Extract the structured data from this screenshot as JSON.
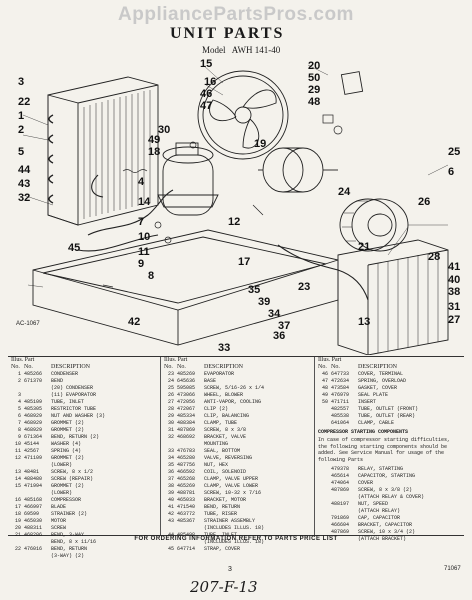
{
  "watermark": "AppliancePartsPros.com",
  "title": "UNIT PARTS",
  "model_label": "Model",
  "model_value": "AWH 141-40",
  "figure_ref": "AC-1067",
  "callouts": [
    "15",
    "16",
    "46",
    "47",
    "20",
    "50",
    "29",
    "48",
    "3",
    "22",
    "1",
    "2",
    "49",
    "18",
    "30",
    "5",
    "4",
    "19",
    "24",
    "25",
    "6",
    "44",
    "43",
    "32",
    "14",
    "12",
    "7",
    "26",
    "10",
    "11",
    "9",
    "45",
    "8",
    "17",
    "21",
    "23",
    "13",
    "31",
    "27",
    "28",
    "41",
    "40",
    "38",
    "39",
    "34",
    "37",
    "35",
    "36",
    "42",
    "33"
  ],
  "header": {
    "line1": "Illus. Part",
    "no": "No.",
    "part_no": "No.",
    "desc": "DESCRIPTION"
  },
  "col1": [
    {
      "no": "1",
      "pn": "485266",
      "ds": "CONDENSER"
    },
    {
      "no": "2",
      "pn": "671370",
      "ds": "BEND"
    },
    {
      "no": "",
      "pn": "",
      "ds": "(20) CONDENSER"
    },
    {
      "no": "3",
      "pn": "",
      "ds": "(11) EVAPORATOR"
    },
    {
      "no": "4",
      "pn": "485109",
      "ds": "TUBE, INLET"
    },
    {
      "no": "5",
      "pn": "485305",
      "ds": "RESTRICTOR TUBE"
    },
    {
      "no": "6",
      "pn": "468929",
      "ds": "NUT AND WASHER (3)"
    },
    {
      "no": "7",
      "pn": "468929",
      "ds": "GROMMET (2)"
    },
    {
      "no": "8",
      "pn": "468929",
      "ds": "GROMMET (2)"
    },
    {
      "no": "9",
      "pn": "671364",
      "ds": "BEND, RETURN (2)"
    },
    {
      "no": "10",
      "pn": "45144",
      "ds": "WASHER (4)"
    },
    {
      "no": "11",
      "pn": "42567",
      "ds": "SPRING (4)"
    },
    {
      "no": "12",
      "pn": "471109",
      "ds": "GROMMET (2)"
    },
    {
      "no": "",
      "pn": "",
      "ds": "(LOWER)"
    },
    {
      "no": "13",
      "pn": "48481",
      "ds": "SCREW, 8 x 1/2"
    },
    {
      "no": "14",
      "pn": "488480",
      "ds": "SCREW (REPAIR)"
    },
    {
      "no": "15",
      "pn": "471994",
      "ds": "GROMMET (2)"
    },
    {
      "no": "",
      "pn": "",
      "ds": "(LOWER)"
    },
    {
      "no": "16",
      "pn": "485168",
      "ds": "COMPRESSOR"
    },
    {
      "no": "17",
      "pn": "466997",
      "ds": "BLADE"
    },
    {
      "no": "18",
      "pn": "69599",
      "ds": "STRAINER (2)"
    },
    {
      "no": "19",
      "pn": "465030",
      "ds": "MOTOR"
    },
    {
      "no": "20",
      "pn": "488311",
      "ds": "SCREW"
    },
    {
      "no": "21",
      "pn": "468206",
      "ds": "BEND, 3-WAY"
    },
    {
      "no": "",
      "pn": "",
      "ds": "BEND, 8 x 11/16"
    },
    {
      "no": "22",
      "pn": "476016",
      "ds": "BEND, RETURN"
    },
    {
      "no": "",
      "pn": "",
      "ds": "(3-WAY) (2)"
    }
  ],
  "col2": [
    {
      "no": "23",
      "pn": "485269",
      "ds": "EVAPORATOR"
    },
    {
      "no": "24",
      "pn": "645636",
      "ds": "BASE"
    },
    {
      "no": "25",
      "pn": "595085",
      "ds": "SCREW, 5/16-26 x 1/4"
    },
    {
      "no": "26",
      "pn": "473066",
      "ds": "WHEEL, BLOWER"
    },
    {
      "no": "27",
      "pn": "472056",
      "ds": "ANTI-VAPOR, COOLING"
    },
    {
      "no": "28",
      "pn": "472067",
      "ds": "CLIP (2)"
    },
    {
      "no": "29",
      "pn": "485334",
      "ds": "CLIP, BALANCING"
    },
    {
      "no": "30",
      "pn": "488384",
      "ds": "CLAMP, TUBE"
    },
    {
      "no": "31",
      "pn": "487869",
      "ds": "SCREW, 8 x 3/8"
    },
    {
      "no": "32",
      "pn": "468692",
      "ds": "BRACKET, VALVE"
    },
    {
      "no": "",
      "pn": "",
      "ds": "MOUNTING"
    },
    {
      "no": "33",
      "pn": "476783",
      "ds": "SEAL, BOTTOM"
    },
    {
      "no": "34",
      "pn": "465280",
      "ds": "VALVE, REVERSING"
    },
    {
      "no": "35",
      "pn": "487756",
      "ds": "NUT, HEX"
    },
    {
      "no": "36",
      "pn": "466592",
      "ds": "COIL, SOLENOID"
    },
    {
      "no": "37",
      "pn": "465268",
      "ds": "CLAMP, VALVE UPPER"
    },
    {
      "no": "38",
      "pn": "465269",
      "ds": "CLAMP, VALVE LOWER"
    },
    {
      "no": "39",
      "pn": "488781",
      "ds": "SCREW, 10-32 x 7/16"
    },
    {
      "no": "40",
      "pn": "465033",
      "ds": "BRACKET, MOTOR"
    },
    {
      "no": "41",
      "pn": "471540",
      "ds": "BEND, RETURN"
    },
    {
      "no": "42",
      "pn": "463772",
      "ds": "TUBE, RISER"
    },
    {
      "no": "43",
      "pn": "485367",
      "ds": "STRAINER ASSEMBLY"
    },
    {
      "no": "",
      "pn": "",
      "ds": "(INCLUDES ILLUS. 18)"
    },
    {
      "no": "44",
      "pn": "485498",
      "ds": "TUBE, INLET"
    },
    {
      "no": "",
      "pn": "",
      "ds": "(INCLUDES ILLUS. 18)"
    },
    {
      "no": "45",
      "pn": "647714",
      "ds": "STRAP, COVER"
    }
  ],
  "col3": [
    {
      "no": "46",
      "pn": "647733",
      "ds": "COVER, TERMINAL"
    },
    {
      "no": "47",
      "pn": "472634",
      "ds": "SPRING, OVERLOAD"
    },
    {
      "no": "48",
      "pn": "473584",
      "ds": "GASKET, COVER"
    },
    {
      "no": "49",
      "pn": "476979",
      "ds": "SEAL PLATE"
    },
    {
      "no": "50",
      "pn": "471711",
      "ds": "INSERT"
    },
    {
      "no": "",
      "pn": "482557",
      "ds": "TUBE, OUTLET (FRONT)"
    },
    {
      "no": "",
      "pn": "485538",
      "ds": "TUBE, OUTLET (REAR)"
    },
    {
      "no": "",
      "pn": "641064",
      "ds": "CLAMP, CABLE"
    }
  ],
  "col3_title": "COMPRESSOR STARTING COMPONENTS",
  "col3_note": "In case of compressor starting difficulties, the following starting components should be added. See Service Manual for usage of the following Parts",
  "col3_start": [
    {
      "no": "",
      "pn": "479378",
      "ds": "RELAY, STARTING"
    },
    {
      "no": "",
      "pn": "465614",
      "ds": "CAPACITOR, STARTING"
    },
    {
      "no": "",
      "pn": "474064",
      "ds": "COVER"
    },
    {
      "no": "",
      "pn": "487869",
      "ds": "SCREW, 8 x 3/8 (2)"
    },
    {
      "no": "",
      "pn": "",
      "ds": "(ATTACH RELAY & COVER)"
    },
    {
      "no": "",
      "pn": "488197",
      "ds": "NUT, SPEED"
    },
    {
      "no": "",
      "pn": "",
      "ds": "(ATTACH RELAY)"
    },
    {
      "no": "",
      "pn": "791869",
      "ds": "CAP, CAPACITOR"
    },
    {
      "no": "",
      "pn": "466604",
      "ds": "BRACKET, CAPACITOR"
    },
    {
      "no": "",
      "pn": "487869",
      "ds": "SCREW, 10 x 3/4 (2)"
    },
    {
      "no": "",
      "pn": "",
      "ds": "(ATTACH BRACKET)"
    }
  ],
  "footer": "FOR ORDERING INFORMATION REFER TO PARTS PRICE LIST",
  "page_number": "3",
  "doc_code": "71067",
  "handwritten": "207-F-13"
}
